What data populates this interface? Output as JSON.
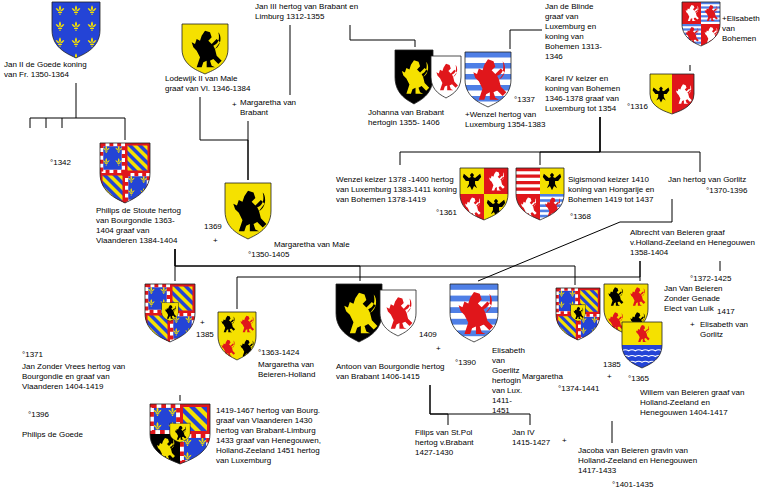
{
  "diagram": {
    "nodes": [
      {
        "text": [
          "Jan II de Goede koning van Fr. 1350-1364"
        ]
      },
      {
        "text": [
          "Lodewijk II van Male graaf van Vl. 1346-1384"
        ]
      },
      {
        "text": [
          "Margaretha van Brabant"
        ]
      },
      {
        "text": [
          "Jan III hertog van Brabant en Limburg 1312-1355"
        ]
      },
      {
        "text": [
          "Johanna van Brabant hertogin 1355- 1406"
        ]
      },
      {
        "text": [
          "+Wenzel hertog van Luxemburg 1354-1383",
          "°1337"
        ]
      },
      {
        "text": [
          "Jan de Blinde graaf van Luxemburg en koning van Bohemen 1313-1346"
        ]
      },
      {
        "text": [
          "+Elisabeth van Bohemen"
        ]
      },
      {
        "text": [
          "Karel IV keizer en koning van Bohemen 1346-1378 graaf van Luxemburg tot 1354",
          "°1316"
        ]
      },
      {
        "text": [
          "°1342",
          "Philips de Stoute hertog van Bourgondie 1363-1404 graaf van Vlaanderen 1384-1404"
        ]
      },
      {
        "text": [
          "Margaretha van Male",
          "°1350-1405"
        ]
      },
      {
        "text": [
          "Wenzel keizer 1378 -1400 hertog van Luxemburg 1383-1411 koning van Bohemen 1378-1419",
          "°1361"
        ]
      },
      {
        "text": [
          "Sigismond keizer 1410 koning van Hongarije en Bohemen 1419 tot 1437",
          "°1368"
        ]
      },
      {
        "text": [
          "Jan hertog van Gorlitz",
          "°1370-1396"
        ]
      },
      {
        "text": [
          "Albrecht van Beieren graaf v.Holland-Zeeland en Henegouwen 1358-1404"
        ]
      },
      {
        "text": [
          "°1371",
          "Jan Zonder Vrees hertog van Bourgondie en graaf van Vlaanderen 1404-1419"
        ]
      },
      {
        "text": [
          "°1363-1424",
          "Margaretha van Beieren-Holland"
        ]
      },
      {
        "text": [
          "Antoon van Bourgondie hertog van Brabant 1406-1415"
        ]
      },
      {
        "text": [
          "Elisabeth van Goerlitz hertogin van Lux. 1411-1451",
          "°1390"
        ]
      },
      {
        "text": [
          "°1372-1425",
          "Jan Van Beieren Zonder Genade Elect van Luik"
        ]
      },
      {
        "text": [
          "Elisabeth van Gorlitz"
        ]
      },
      {
        "text": [
          "Margaretha",
          "°1374-1441"
        ]
      },
      {
        "text": [
          "°1365",
          "Willem van Beieren graaf van Holland-Zeeland en Henegouwen 1404-1417"
        ]
      },
      {
        "text": [
          "°1396",
          "Philips de Goede",
          "1419-1467 hertog van Bourg. graaf van Vlaanderen 1430 hertog van Brabant-Limburg 1433 graaf van Henegouwen, Holland-Zeeland 1451 hertog van Luxemburg"
        ]
      },
      {
        "text": [
          "Filips van St.Pol hertog v.Brabant 1427-1430"
        ]
      },
      {
        "text": [
          "Jan IV 1415-1427"
        ]
      },
      {
        "text": [
          "Jacoba van Beieren gravin van Holland-Zeeland en Henegouwen 1417-1433",
          "°1401-1435"
        ]
      }
    ],
    "edges": [
      {
        "from": 0,
        "to": 9,
        "arrow": "none"
      },
      {
        "from": 1,
        "to": 10,
        "arrow": "none"
      },
      {
        "from": 2,
        "to": 10,
        "arrow": "none"
      },
      {
        "from": 3,
        "to": 2,
        "arrow": "none"
      },
      {
        "from": 3,
        "to": 4,
        "arrow": "none"
      },
      {
        "from": 6,
        "to": 5,
        "arrow": "none"
      },
      {
        "from": 6,
        "to": 8,
        "arrow": "none"
      },
      {
        "from": 8,
        "to": 11,
        "arrow": "none"
      },
      {
        "from": 8,
        "to": 12,
        "arrow": "none"
      },
      {
        "from": 8,
        "to": 13,
        "arrow": "none"
      },
      {
        "from": 9,
        "to": 15,
        "arrow": "none"
      },
      {
        "from": 9,
        "to": 17,
        "arrow": "none"
      },
      {
        "from": 9,
        "to": 21,
        "arrow": "none"
      },
      {
        "from": 13,
        "to": 18,
        "arrow": "none"
      },
      {
        "from": 14,
        "to": 16,
        "arrow": "none"
      },
      {
        "from": 14,
        "to": 19,
        "arrow": "none"
      },
      {
        "from": 14,
        "to": 22,
        "arrow": "none"
      },
      {
        "from": 15,
        "to": 23,
        "arrow": "none"
      },
      {
        "from": 17,
        "to": 24,
        "arrow": "none"
      },
      {
        "from": 17,
        "to": 25,
        "arrow": "none"
      },
      {
        "from": 22,
        "to": 26,
        "arrow": "none"
      }
    ],
    "labels": [
      "+",
      "1369",
      "+",
      "+",
      "1385",
      "1409",
      "+",
      "1385",
      "+",
      "1417",
      "+",
      "+"
    ]
  }
}
